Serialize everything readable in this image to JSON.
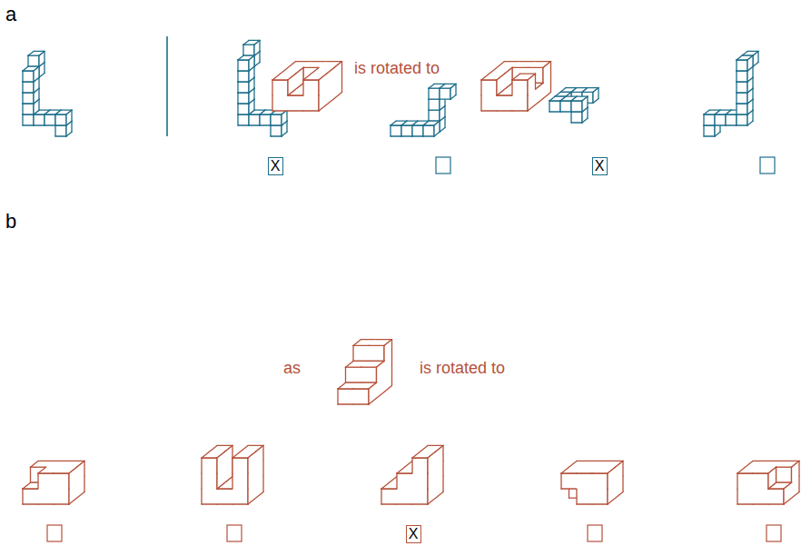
{
  "diagram": {
    "nodes": [
      {
        "text": [
          "X"
        ]
      },
      {
        "text": [
          "X"
        ]
      },
      {
        "text": [
          "X"
        ]
      }
    ],
    "labels": [
      "a",
      "b",
      "is rotated to",
      "as",
      "is rotated to"
    ]
  }
}
